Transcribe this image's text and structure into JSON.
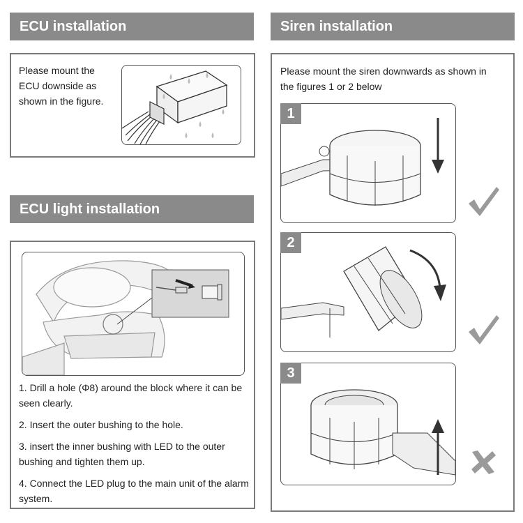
{
  "ecu": {
    "title": "ECU installation",
    "text_lines": [
      "Please mount the",
      "ECU downside as",
      "shown in the figure."
    ]
  },
  "siren": {
    "title": "Siren installation",
    "intro_lines": [
      "Please mount the siren downwards as shown in",
      "the figures 1 or 2 below"
    ],
    "figures": [
      {
        "number": "1",
        "mark": "check-icon",
        "arrow": "down"
      },
      {
        "number": "2",
        "mark": "check-icon",
        "arrow": "curved-down"
      },
      {
        "number": "3",
        "mark": "cross-icon",
        "arrow": "up"
      }
    ]
  },
  "ecu_light": {
    "title": "ECU light installation",
    "steps": [
      "1. Drill a hole (Φ8) around the block where it can be seen clearly.",
      "2. Insert the outer bushing to the hole.",
      "3. insert the inner bushing with LED to the outer bushing and tighten them up.",
      "4. Connect the LED plug to the main unit of the alarm system."
    ]
  },
  "colors": {
    "header_bg": "#8a8a8a",
    "border": "#7a7a7a",
    "check": "#9a9a9a"
  }
}
